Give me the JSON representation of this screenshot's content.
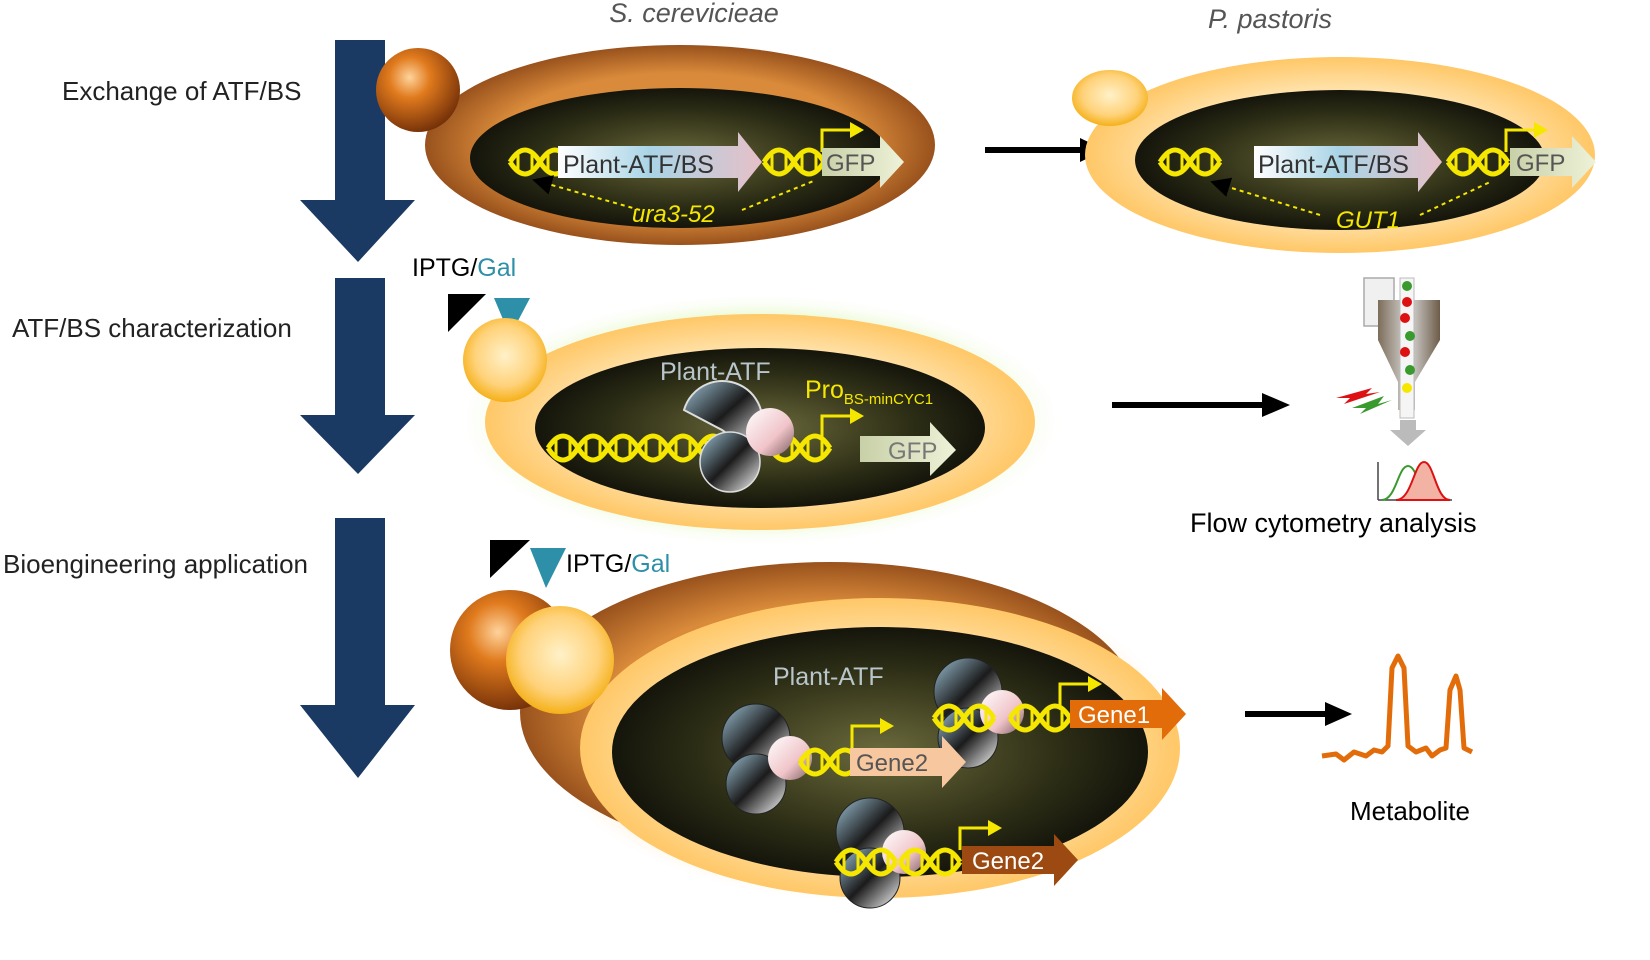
{
  "headers": {
    "left_organism": "S. cerevicieae",
    "right_organism": "P. pastoris"
  },
  "steps": [
    {
      "label": "Exchange of ATF/BS"
    },
    {
      "label": "ATF/BS characterization"
    },
    {
      "label": "Bioengineering application"
    }
  ],
  "inducer": {
    "part1": "IPTG/",
    "part2": "Gal"
  },
  "row1": {
    "left_construct": "Plant-ATF/BS",
    "left_reporter": "GFP",
    "left_locus": "ura3-52",
    "right_construct": "Plant-ATF/BS",
    "right_reporter": "GFP",
    "right_locus": "GUT1"
  },
  "row2": {
    "atf_label": "Plant-ATF",
    "promoter_main": "Pro",
    "promoter_sub": "BS-minCYC1",
    "reporter": "GFP",
    "readout": "Flow cytometry analysis"
  },
  "row3": {
    "atf_label": "Plant-ATF",
    "genes": [
      "Gene1",
      "Gene2",
      "Gene2"
    ],
    "output": "Metabolite"
  },
  "colors": {
    "arrow_blue": "#1b3a63",
    "dna_yellow": "#f5e700",
    "cell_yellow": "#f7b400",
    "cell_brown": "#8a3a0f",
    "gal_teal": "#2e8fa8",
    "gene_orange": "#e36c0a"
  }
}
